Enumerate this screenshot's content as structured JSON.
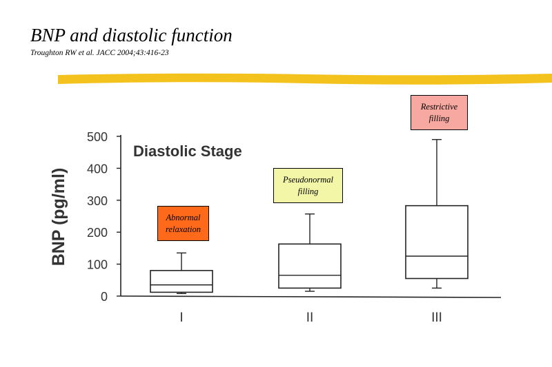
{
  "slide": {
    "title": "BNP and diastolic function",
    "citation": "Troughton RW et al. JACC 2004;43:416-23"
  },
  "colors": {
    "highlight": "#f3c21d",
    "abnormal_relaxation": "#ff6a1a",
    "pseudonormal_filling": "#f3f6a6",
    "restrictive_filling": "#f7a8a0"
  },
  "callouts": {
    "abnormal": {
      "line1": "Abnormal",
      "line2": "relaxation"
    },
    "pseudonormal": {
      "line1": "Pseudonormal",
      "line2": "filling"
    },
    "restrictive": {
      "line1": "Restrictive",
      "line2": "filling"
    }
  },
  "chart_data": {
    "type": "box",
    "title": "Diastolic Stage",
    "ylabel": "BNP (pg/ml)",
    "xlabel": "",
    "ylim": [
      0,
      500
    ],
    "yticks": [
      0,
      100,
      200,
      300,
      400,
      500
    ],
    "grid": false,
    "categories": [
      "I",
      "II",
      "III"
    ],
    "boxes": [
      {
        "category": "I",
        "whisker_low": 8,
        "q1": 12,
        "median": 35,
        "q3": 80,
        "whisker_high": 135
      },
      {
        "category": "II",
        "whisker_low": 15,
        "q1": 25,
        "median": 65,
        "q3": 163,
        "whisker_high": 257
      },
      {
        "category": "III",
        "whisker_low": 25,
        "q1": 55,
        "median": 125,
        "q3": 283,
        "whisker_high": 490
      }
    ]
  }
}
